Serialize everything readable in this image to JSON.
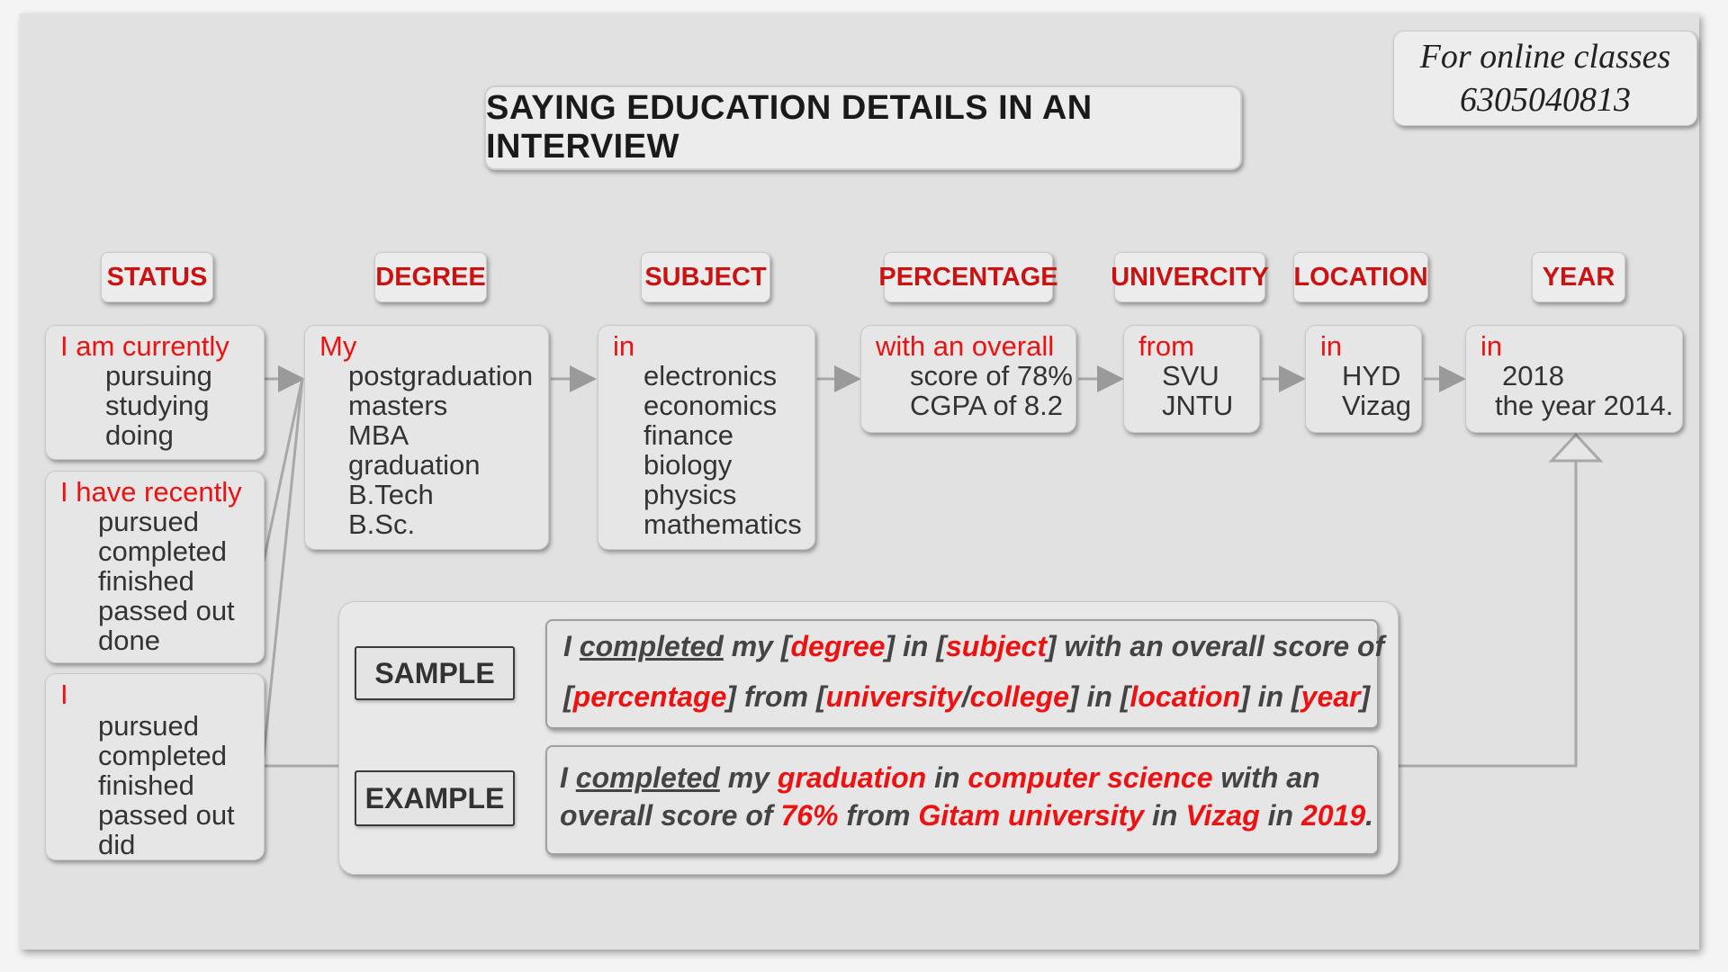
{
  "title": "SAYING EDUCATION DETAILS IN AN INTERVIEW",
  "contact": {
    "line1": "For online classes",
    "line2": "6305040813"
  },
  "headers": [
    "STATUS",
    "DEGREE",
    "SUBJECT",
    "PERCENTAGE",
    "UNIVERCITY",
    "LOCATION",
    "YEAR"
  ],
  "status_groups": [
    {
      "lead": "I am currently",
      "items": [
        "pursuing",
        "studying",
        "doing"
      ]
    },
    {
      "lead": "I have recently",
      "items": [
        "pursued",
        "completed",
        "finished",
        "passed out",
        "done"
      ]
    },
    {
      "lead": "I",
      "items": [
        "pursued",
        "completed",
        "finished",
        "passed out",
        "did"
      ]
    }
  ],
  "degree": {
    "lead": "My",
    "items": [
      "postgraduation",
      "masters",
      "MBA",
      "graduation",
      "B.Tech",
      "B.Sc."
    ]
  },
  "subject": {
    "lead": "in",
    "items": [
      "electronics",
      "economics",
      "finance",
      "biology",
      "physics",
      "mathematics"
    ]
  },
  "percentage": {
    "lead": "with an overall",
    "items": [
      "score of 78%",
      "CGPA of 8.2"
    ]
  },
  "university": {
    "lead": "from",
    "items": [
      "SVU",
      "JNTU"
    ]
  },
  "location": {
    "lead": "in",
    "items": [
      "HYD",
      "Vizag"
    ]
  },
  "year": {
    "lead": "in",
    "items": [
      "2018",
      "the year 2014."
    ]
  },
  "sample": {
    "label": "SAMPLE",
    "t1": "I ",
    "t2": "completed",
    "t3": " my [",
    "t4": "degree",
    "t5": "] in [",
    "t6": "subject",
    "t7": "]  with an overall score of",
    "t8": "[",
    "t9": "percentage",
    "t10": "] from [",
    "t11": "university",
    "t12": "/",
    "t13": "college",
    "t14": "] in [",
    "t15": "location",
    "t16": "] in  [",
    "t17": "year",
    "t18": "]"
  },
  "example": {
    "label": "EXAMPLE",
    "t1": "I ",
    "t2": "completed",
    "t3": " my ",
    "t4": "graduation",
    "t5": " in ",
    "t6": "computer science",
    "t7": " with an",
    "t8": "overall score of ",
    "t9": "76%",
    "t10": " from ",
    "t11": "Gitam university",
    "t12": " in ",
    "t13": "Vizag",
    "t14": " in ",
    "t15": "2019",
    "t16": "."
  },
  "colors": {
    "accent": "#ee1111",
    "header_text": "#cc1111",
    "panel": "#e1e1e1"
  }
}
